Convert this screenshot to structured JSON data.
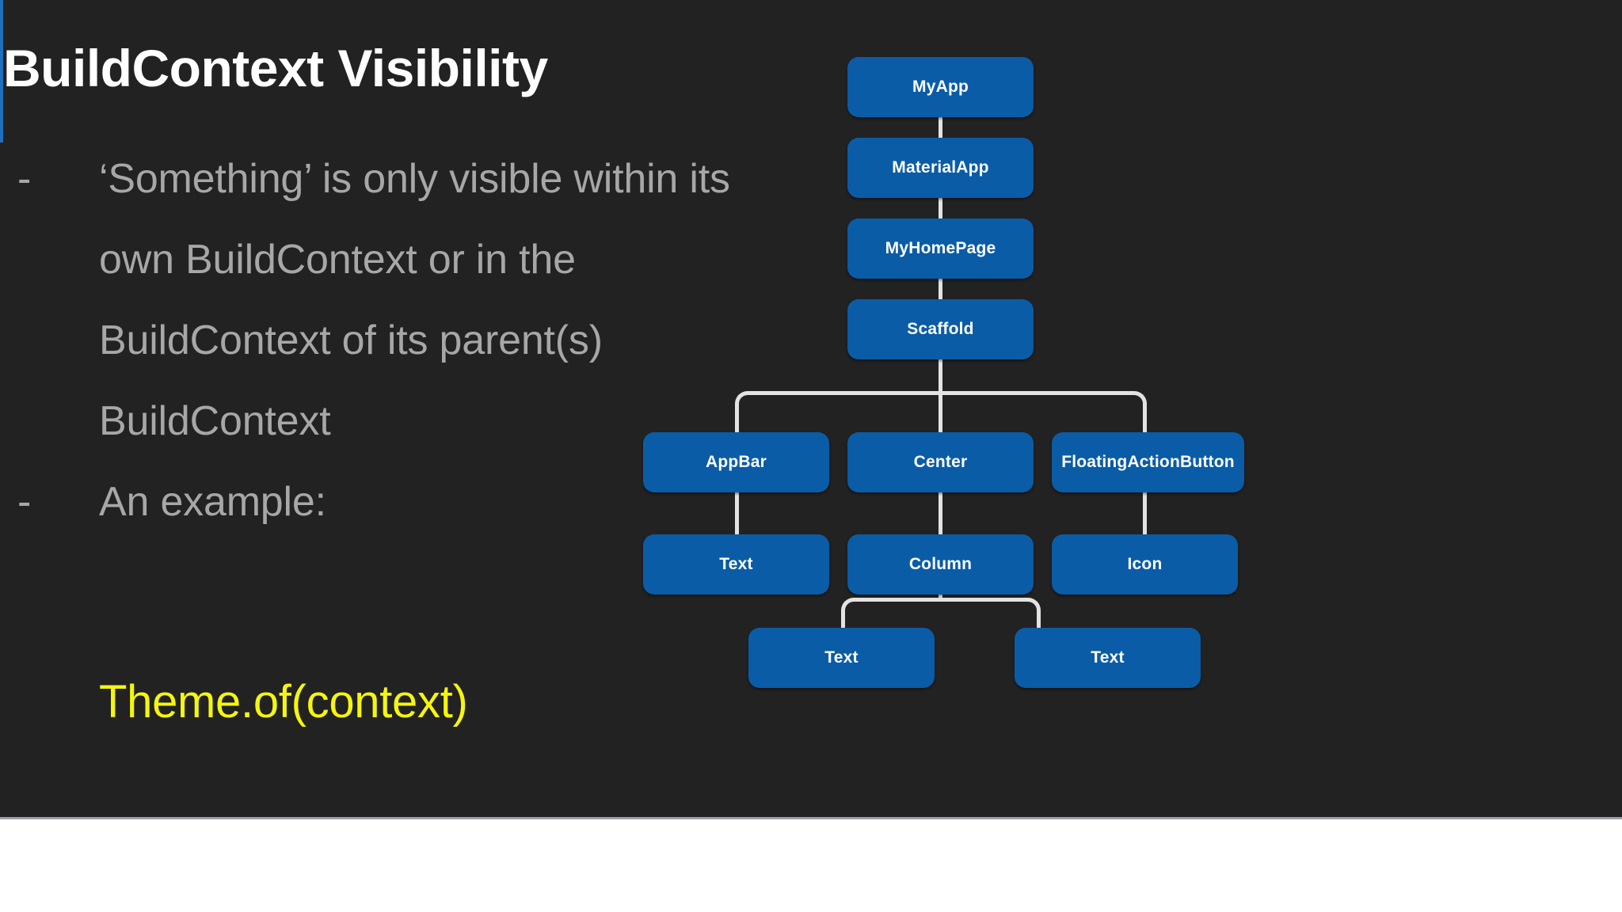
{
  "slide": {
    "title": "BuildContext Visibility",
    "background_color": "#222222",
    "title_color": "#ffffff",
    "body_color": "#a7a7a7",
    "accent_color": "#f5f50f",
    "node_color": "#0B5CA6",
    "connector_color": "#e3e3e3"
  },
  "bullets": [
    {
      "marker": "-",
      "text": "‘Something’ is only visible within its own BuildContext or in the BuildContext of its parent(s) BuildContext"
    },
    {
      "marker": "-",
      "text": "An example:"
    }
  ],
  "code": {
    "text": "Theme.of(context)"
  },
  "tree": {
    "nodes": [
      {
        "id": "myapp",
        "label": "MyApp"
      },
      {
        "id": "materialapp",
        "label": "MaterialApp"
      },
      {
        "id": "myhomepage",
        "label": "MyHomePage"
      },
      {
        "id": "scaffold",
        "label": "Scaffold"
      },
      {
        "id": "appbar",
        "label": "AppBar"
      },
      {
        "id": "center",
        "label": "Center"
      },
      {
        "id": "fab",
        "label": "FloatingActionButton"
      },
      {
        "id": "text-appbar",
        "label": "Text"
      },
      {
        "id": "column",
        "label": "Column"
      },
      {
        "id": "icon",
        "label": "Icon"
      },
      {
        "id": "text-col-1",
        "label": "Text"
      },
      {
        "id": "text-col-2",
        "label": "Text"
      }
    ]
  }
}
